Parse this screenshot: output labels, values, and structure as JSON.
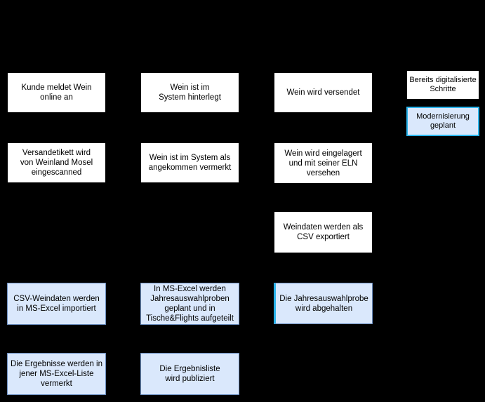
{
  "colors": {
    "background": "#000000",
    "digitized_fill": "#ffffff",
    "planned_fill": "#dae8fc",
    "planned_border": "#6c8ebf",
    "modernization_highlight_border": "#2bb5ec",
    "text": "#000000"
  },
  "steps": [
    {
      "label": "Kunde meldet Wein\nonline an",
      "status": "digitized"
    },
    {
      "label": "Versandetikett wird\nvon Weinland Mosel\neingescanned",
      "status": "digitized"
    },
    {
      "label": "CSV-Weindaten werden\nin MS-Excel importiert",
      "status": "planned"
    },
    {
      "label": "Die Ergebnisse werden in\njener MS-Excel-Liste\nvermerkt",
      "status": "planned"
    },
    {
      "label": "Wein ist im\nSystem hinterlegt",
      "status": "digitized"
    },
    {
      "label": "Wein ist im System als\nangekommen vermerkt",
      "status": "digitized"
    },
    {
      "label": "In MS-Excel werden\nJahresauswahlproben\ngeplant und in\nTische&Flights aufgeteilt",
      "status": "planned"
    },
    {
      "label": "Die Ergebnisliste\nwird publiziert",
      "status": "planned"
    },
    {
      "label": "Wein wird versendet",
      "status": "digitized"
    },
    {
      "label": "Wein wird eingelagert\nund mit seiner ELN\nversehen",
      "status": "digitized"
    },
    {
      "label": "Weindaten werden als\nCSV exportiert",
      "status": "digitized"
    },
    {
      "label": "Die Jahresauswahlprobe\nwird abgehalten",
      "status": "planned-highlighted"
    }
  ],
  "legend": {
    "items": [
      {
        "label": "Bereits digitalisierte\nSchritte",
        "type": "digitized"
      },
      {
        "label": "Modernisierung\ngeplant",
        "type": "planned"
      }
    ]
  }
}
